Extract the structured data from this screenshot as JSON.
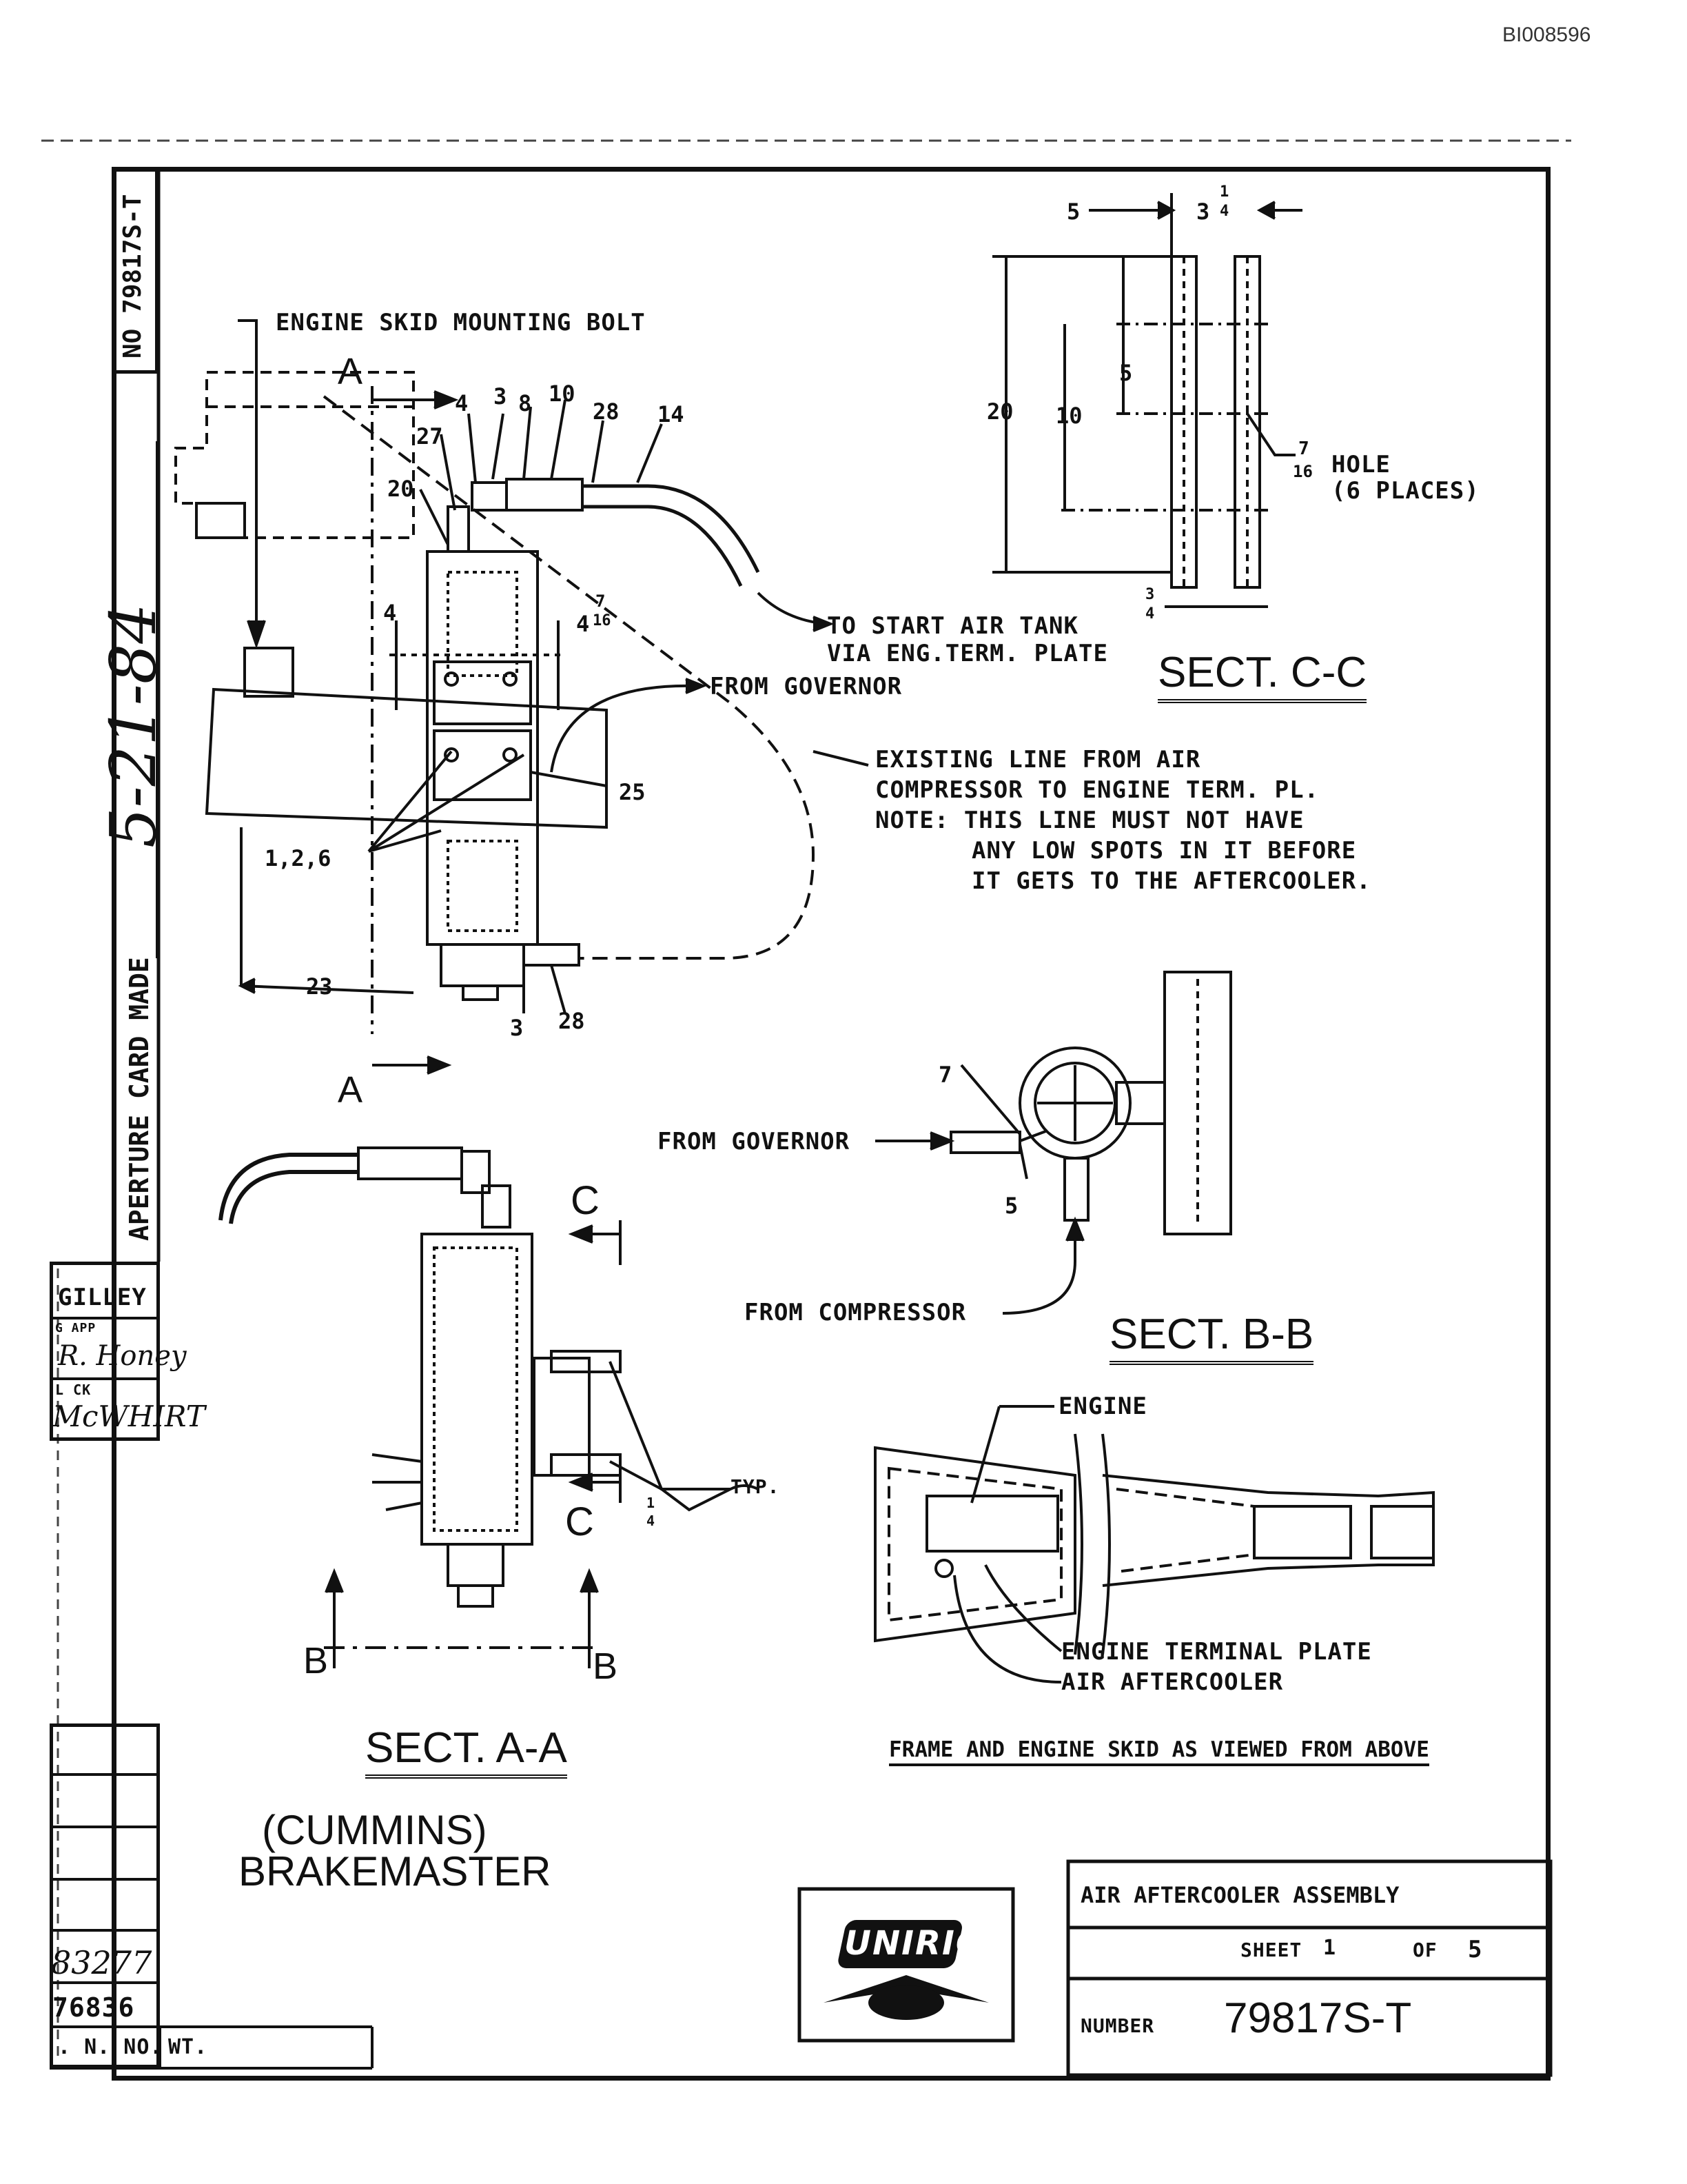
{
  "doc_id": "BI008596",
  "side_strip": {
    "drawing_number": "NO 79817S-T",
    "aperture_label": "APERTURE CARD MADE",
    "aperture_date": "5-21-84",
    "drawn_by": "GILLEY",
    "eng_app_label": "G APP",
    "eng_app_sig": "R. Honey",
    "mtl_ck_label": "L CK",
    "mtl_ck_sig": "McWHIRT",
    "part_no_1": "83277",
    "part_no_2": "76836",
    "col_n_no": ". N. NO.",
    "col_wt": "WT."
  },
  "labels": {
    "engine_skid_bolt": "ENGINE SKID MOUNTING BOLT",
    "to_start_air_tank_1": "TO START AIR TANK",
    "to_start_air_tank_2": "VIA ENG.TERM. PLATE",
    "from_governor_top": "FROM GOVERNOR",
    "existing_line_1": "EXISTING LINE FROM AIR",
    "existing_line_2": "COMPRESSOR TO ENGINE TERM. PL.",
    "note_1": "NOTE: THIS LINE MUST NOT HAVE",
    "note_2": "ANY LOW SPOTS IN IT BEFORE",
    "note_3": "IT GETS TO THE AFTERCOOLER.",
    "hole_label": "HOLE",
    "hole_places": "(6 PLACES)",
    "from_governor_bb": "FROM GOVERNOR",
    "from_compressor": "FROM COMPRESSOR",
    "engine": "ENGINE",
    "engine_terminal_plate": "ENGINE TERMINAL PLATE",
    "air_aftercooler": "AIR AFTERCOOLER",
    "frame_caption": "FRAME AND ENGINE SKID AS VIEWED FROM ABOVE",
    "typ": "TYP."
  },
  "sections": {
    "cc": "SECT. C-C",
    "bb": "SECT. B-B",
    "aa": "SECT. A-A"
  },
  "section_letters": {
    "a": "A",
    "b": "B",
    "c": "C"
  },
  "callouts": {
    "n4": "4",
    "n3": "3",
    "n8": "8",
    "n10": "10",
    "n28": "28",
    "n14": "14",
    "n27": "27",
    "n20": "20",
    "n25": "25",
    "n126": "1,2,6",
    "n23": "23",
    "n7": "7",
    "n5": "5"
  },
  "dimensions": {
    "d5": "5",
    "d3": "3",
    "d20": "20",
    "d10": "10",
    "d_inner5": "5",
    "d4": "4",
    "d4b": "4",
    "frac_num": "7",
    "frac_den": "16",
    "q_num": "1",
    "q_den": "4",
    "t_num": "3",
    "t_den": "4"
  },
  "title_block": {
    "subtitle_1": "(CUMMINS)",
    "subtitle_2": "BRAKEMASTER",
    "logo": "UNIRIG",
    "title": "AIR AFTERCOOLER ASSEMBLY",
    "sheet_label": "SHEET",
    "sheet_value": "1",
    "of_label": "OF",
    "of_value": "5",
    "number_label": "NUMBER",
    "number_value": "79817S-T"
  }
}
